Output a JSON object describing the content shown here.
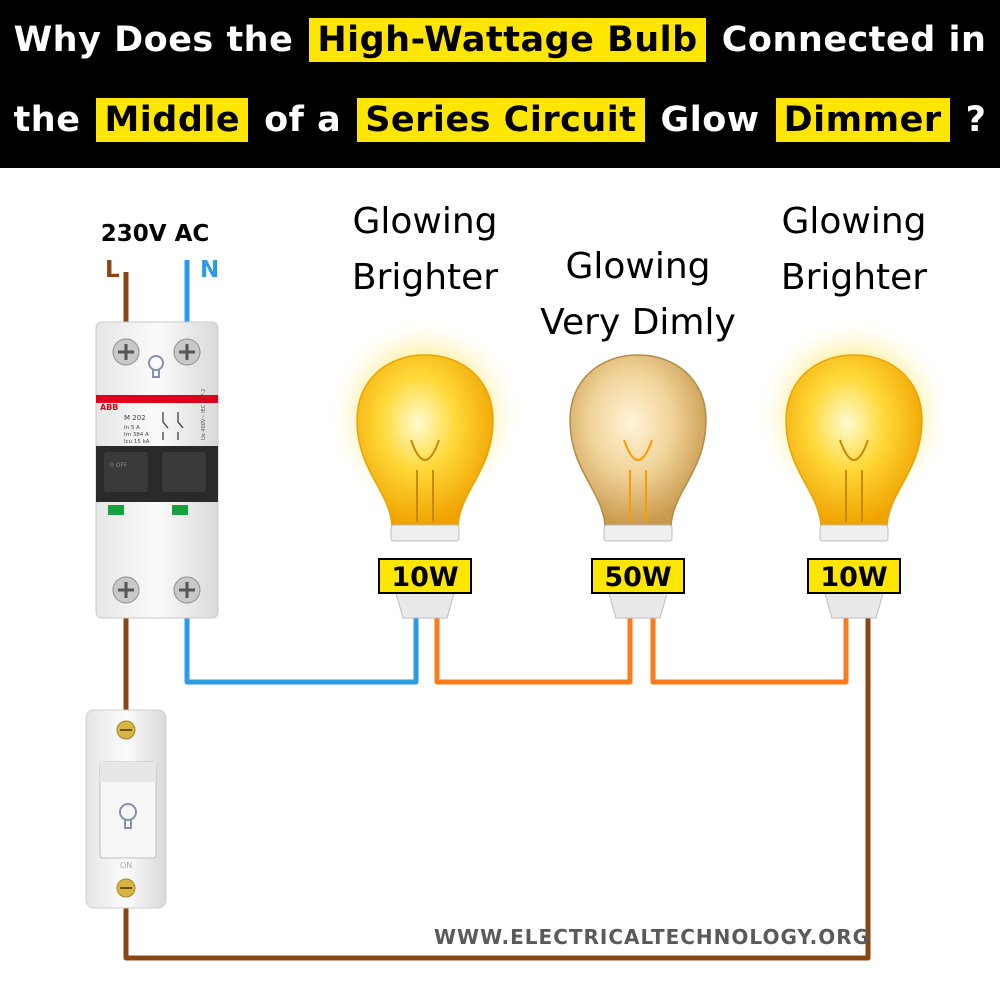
{
  "title": {
    "line1": [
      {
        "text": "Why Does the",
        "hl": false
      },
      {
        "text": "High-Wattage Bulb",
        "hl": true
      },
      {
        "text": "Connected in",
        "hl": false
      }
    ],
    "line2": [
      {
        "text": "the",
        "hl": false
      },
      {
        "text": "Middle",
        "hl": true
      },
      {
        "text": "of a",
        "hl": false
      },
      {
        "text": "Series Circuit",
        "hl": true
      },
      {
        "text": "Glow",
        "hl": false
      },
      {
        "text": "Dimmer",
        "hl": true
      },
      {
        "text": "?",
        "hl": false
      }
    ]
  },
  "supply": {
    "voltage": "230V AC",
    "live": "L",
    "neutral": "N"
  },
  "breaker": {
    "brand": "ABB",
    "model": "M 202",
    "rating_line1": "In  5 A",
    "rating_line2": "Im 384 A",
    "rating_line3": "Icu 15 kA",
    "side_text": "Ue 400V~ IEC 947-2",
    "on_text": "0 OFF"
  },
  "switch": {
    "on_text": "ON"
  },
  "bulbs": [
    {
      "status_line1": "Glowing",
      "status_line2": "Brighter",
      "wattage": "10W",
      "state": "bright"
    },
    {
      "status_line1": "Glowing",
      "status_line2": "Very Dimly",
      "wattage": "50W",
      "state": "dim"
    },
    {
      "status_line1": "Glowing",
      "status_line2": "Brighter",
      "wattage": "10W",
      "state": "bright"
    }
  ],
  "wire_colors": {
    "live": "#8b4513",
    "neutral": "#2b9be8",
    "series": "#ff7a1a"
  },
  "watermark": "WWW.ELECTRICALTECHNOLOGY.ORG"
}
